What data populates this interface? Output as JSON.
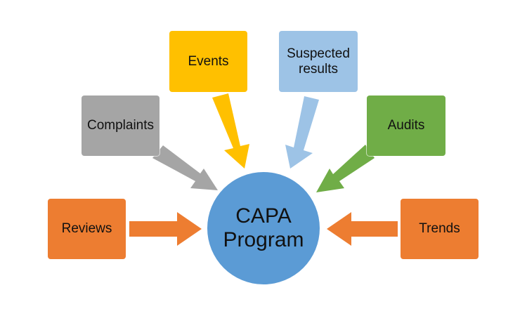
{
  "diagram": {
    "hub": {
      "line1": "CAPA",
      "line2": "Program",
      "color": "#5b9bd5"
    },
    "sources": [
      {
        "id": "events",
        "label": "Events",
        "color": "#ffc000"
      },
      {
        "id": "suspected",
        "label": "Suspected results",
        "color": "#9dc3e6"
      },
      {
        "id": "complaints",
        "label": "Complaints",
        "color": "#a5a5a5"
      },
      {
        "id": "audits",
        "label": "Audits",
        "color": "#70ad47"
      },
      {
        "id": "reviews",
        "label": "Reviews",
        "color": "#ed7d31"
      },
      {
        "id": "trends",
        "label": "Trends",
        "color": "#ed7d31"
      }
    ]
  }
}
